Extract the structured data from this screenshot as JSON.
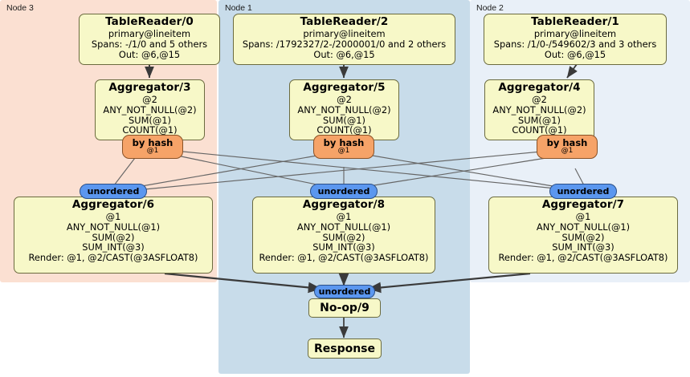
{
  "diagram": {
    "title": "Distributed SQL query plan",
    "colors": {
      "node3_panel": "#fbe0d2",
      "node1_panel": "#c8dcea",
      "node2_panel": "#e9f0f8",
      "box_fill": "#f7f8c8",
      "box_border": "#6b6b3f",
      "hash_fill": "#f6a368",
      "unordered_fill": "#5b97ef",
      "edge": "#555555",
      "edge_strong": "#333333"
    }
  },
  "panels": [
    {
      "id": "node3",
      "label": "Node 3"
    },
    {
      "id": "node1",
      "label": "Node 1"
    },
    {
      "id": "node2",
      "label": "Node 2"
    }
  ],
  "boxes": {
    "table_reader_0": {
      "title": "TableReader/0",
      "lines": [
        "primary@lineitem",
        "Spans: -/1/0 and 5 others",
        "Out: @6,@15"
      ]
    },
    "table_reader_2": {
      "title": "TableReader/2",
      "lines": [
        "primary@lineitem",
        "Spans: /1792327/2-/2000001/0 and 2 others",
        "Out: @6,@15"
      ]
    },
    "table_reader_1": {
      "title": "TableReader/1",
      "lines": [
        "primary@lineitem",
        "Spans: /1/0-/549602/3 and 3 others",
        "Out: @6,@15"
      ]
    },
    "aggregator_3": {
      "title": "Aggregator/3",
      "lines": [
        "@2",
        "ANY_NOT_NULL(@2)",
        "SUM(@1)",
        "COUNT(@1)"
      ]
    },
    "aggregator_5": {
      "title": "Aggregator/5",
      "lines": [
        "@2",
        "ANY_NOT_NULL(@2)",
        "SUM(@1)",
        "COUNT(@1)"
      ]
    },
    "aggregator_4": {
      "title": "Aggregator/4",
      "lines": [
        "@2",
        "ANY_NOT_NULL(@2)",
        "SUM(@1)",
        "COUNT(@1)"
      ]
    },
    "aggregator_6": {
      "title": "Aggregator/6",
      "lines": [
        "@1",
        "ANY_NOT_NULL(@1)",
        "SUM(@2)",
        "SUM_INT(@3)",
        "Render: @1, @2/CAST(@3ASFLOAT8)"
      ]
    },
    "aggregator_8": {
      "title": "Aggregator/8",
      "lines": [
        "@1",
        "ANY_NOT_NULL(@1)",
        "SUM(@2)",
        "SUM_INT(@3)",
        "Render: @1, @2/CAST(@3ASFLOAT8)"
      ]
    },
    "aggregator_7": {
      "title": "Aggregator/7",
      "lines": [
        "@1",
        "ANY_NOT_NULL(@1)",
        "SUM(@2)",
        "SUM_INT(@3)",
        "Render: @1, @2/CAST(@3ASFLOAT8)"
      ]
    },
    "noop_9": {
      "title": "No-op/9"
    },
    "response": {
      "title": "Response"
    }
  },
  "routers": {
    "by_hash_left": {
      "label": "by hash",
      "column": "@1"
    },
    "by_hash_center": {
      "label": "by hash",
      "column": "@1"
    },
    "by_hash_right": {
      "label": "by hash",
      "column": "@1"
    }
  },
  "synchronizers": {
    "unordered_left": {
      "label": "unordered"
    },
    "unordered_center": {
      "label": "unordered"
    },
    "unordered_right": {
      "label": "unordered"
    },
    "unordered_final": {
      "label": "unordered"
    }
  }
}
